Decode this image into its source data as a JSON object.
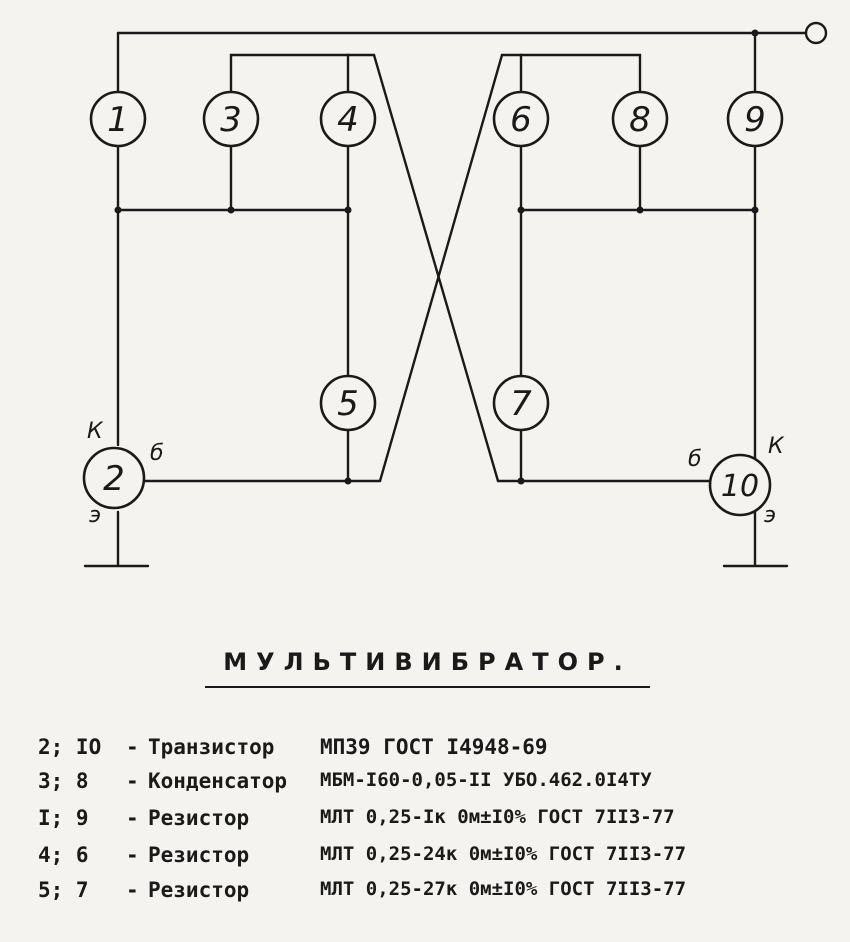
{
  "components": [
    {
      "id": "1",
      "label": "1"
    },
    {
      "id": "2",
      "label": "2"
    },
    {
      "id": "3",
      "label": "3"
    },
    {
      "id": "4",
      "label": "4"
    },
    {
      "id": "5",
      "label": "5"
    },
    {
      "id": "6",
      "label": "6"
    },
    {
      "id": "7",
      "label": "7"
    },
    {
      "id": "8",
      "label": "8"
    },
    {
      "id": "9",
      "label": "9"
    },
    {
      "id": "10",
      "label": "10"
    }
  ],
  "pin_labels": {
    "left_collector": "К",
    "left_base": "б",
    "left_emitter": "э",
    "right_collector": "К",
    "right_base": "б",
    "right_emitter": "э"
  },
  "title": "МУЛЬТИВИБРАТОР.",
  "parts_list": [
    {
      "refs": "2; IO",
      "dash": "-",
      "type": "Транзистор",
      "spec": "МП39 ГОСТ I4948-69"
    },
    {
      "refs": "3; 8",
      "dash": "-",
      "type": "Конденсатор",
      "spec": "МБМ-I60-0,05-II УБО.462.0I4ТУ"
    },
    {
      "refs": "I; 9",
      "dash": "-",
      "type": "Резистор",
      "spec": "МЛТ 0,25-Iк 0м±I0% ГОСТ 7II3-77"
    },
    {
      "refs": "4; 6",
      "dash": "-",
      "type": "Резистор",
      "spec": "МЛТ 0,25-24к 0м±I0% ГОСТ 7II3-77"
    },
    {
      "refs": "5; 7",
      "dash": "-",
      "type": "Резистор",
      "spec": "МЛТ 0,25-27к 0м±I0% ГОСТ 7II3-77"
    }
  ]
}
